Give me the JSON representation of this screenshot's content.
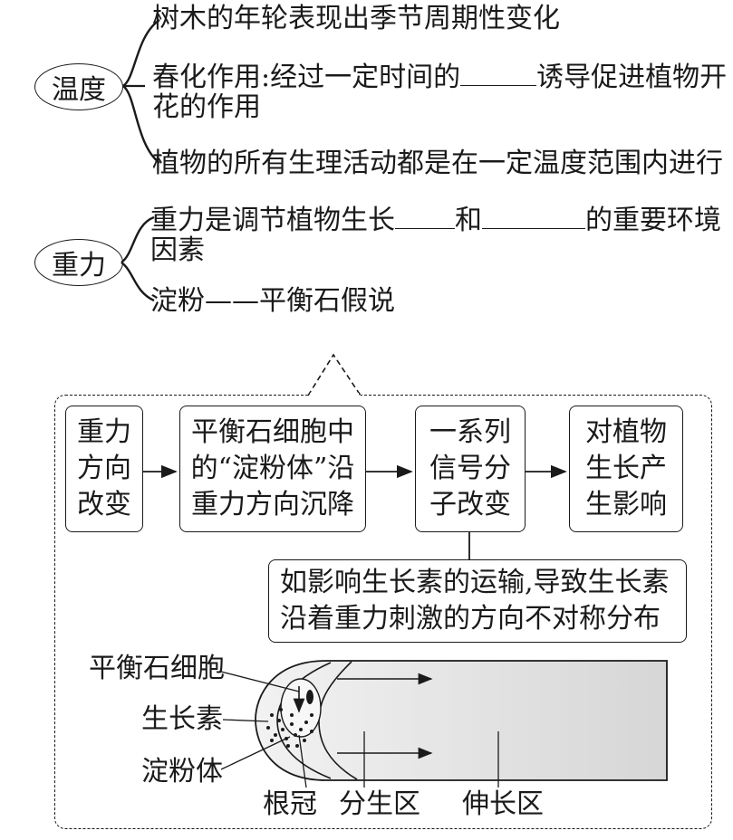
{
  "temperature": {
    "label": "温度",
    "item1": "树木的年轮表现出季节周期性变化",
    "item2_pre": "春化作用:经过一定时间的",
    "item2_post": "诱导促进植物开",
    "item2_line2": "花的作用",
    "item3": "植物的所有生理活动都是在一定温度范围内进行"
  },
  "gravity": {
    "label": "重力",
    "item1_pre": "重力是调节植物生长",
    "item1_mid": "和",
    "item1_post": "的重要环境",
    "item1_line2": "因素",
    "item2": "淀粉——平衡石假说"
  },
  "flow": {
    "box1": "重力\n方向\n改变",
    "box2": "平衡石细胞中\n的“淀粉体”沿\n重力方向沉降",
    "box3": "一系列\n信号分\n子改变",
    "box4": "对植物\n生长产\n生影响",
    "note": "如影响生长素的运输,导致生长素\n沿着重力刺激的方向不对称分布"
  },
  "root_diagram": {
    "statocyte": "平衡石细胞",
    "auxin": "生长素",
    "amyloplast": "淀粉体",
    "root_cap": "根冠",
    "meristem": "分生区",
    "elongation": "伸长区"
  }
}
